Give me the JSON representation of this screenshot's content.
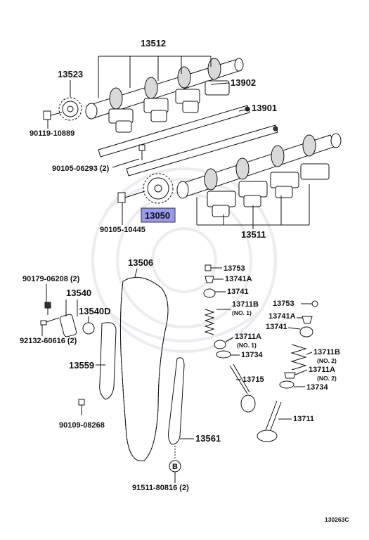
{
  "diagram_id": "130263C",
  "highlight_color": "#9999ee",
  "labels": {
    "l13512": "13512",
    "l13523": "13523",
    "l13902": "13902",
    "l13901": "13901",
    "l90119": "90119-10889",
    "l90105a": "90105-06293 (2)",
    "l13050": "13050",
    "l90105b": "90105-10445",
    "l13511": "13511",
    "l13506": "13506",
    "l13753a": "13753",
    "l13741Aa": "13741A",
    "l13741a": "13741",
    "l13711Ba": "13711B",
    "l13711Ba_sub": "(NO. 1)",
    "l13753b": "13753",
    "l13741Ab": "13741A",
    "l13741b": "13741",
    "l13711Aa": "13711A",
    "l13711Aa_sub": "(NO. 1)",
    "l13734a": "13734",
    "l13711Bb": "13711B",
    "l13711Bb_sub": "(NO. 2)",
    "l13711Ab": "13711A",
    "l13711Ab_sub": "(NO. 2)",
    "l13734b": "13734",
    "l13715": "13715",
    "l13711": "13711",
    "l90179": "90179-06208 (2)",
    "l13540": "13540",
    "l13540D": "13540D",
    "l92132": "92132-60616 (2)",
    "l13559": "13559",
    "l90109": "90109-08268",
    "l13561": "13561",
    "lB": "B",
    "l91511": "91511-80816 (2)"
  }
}
